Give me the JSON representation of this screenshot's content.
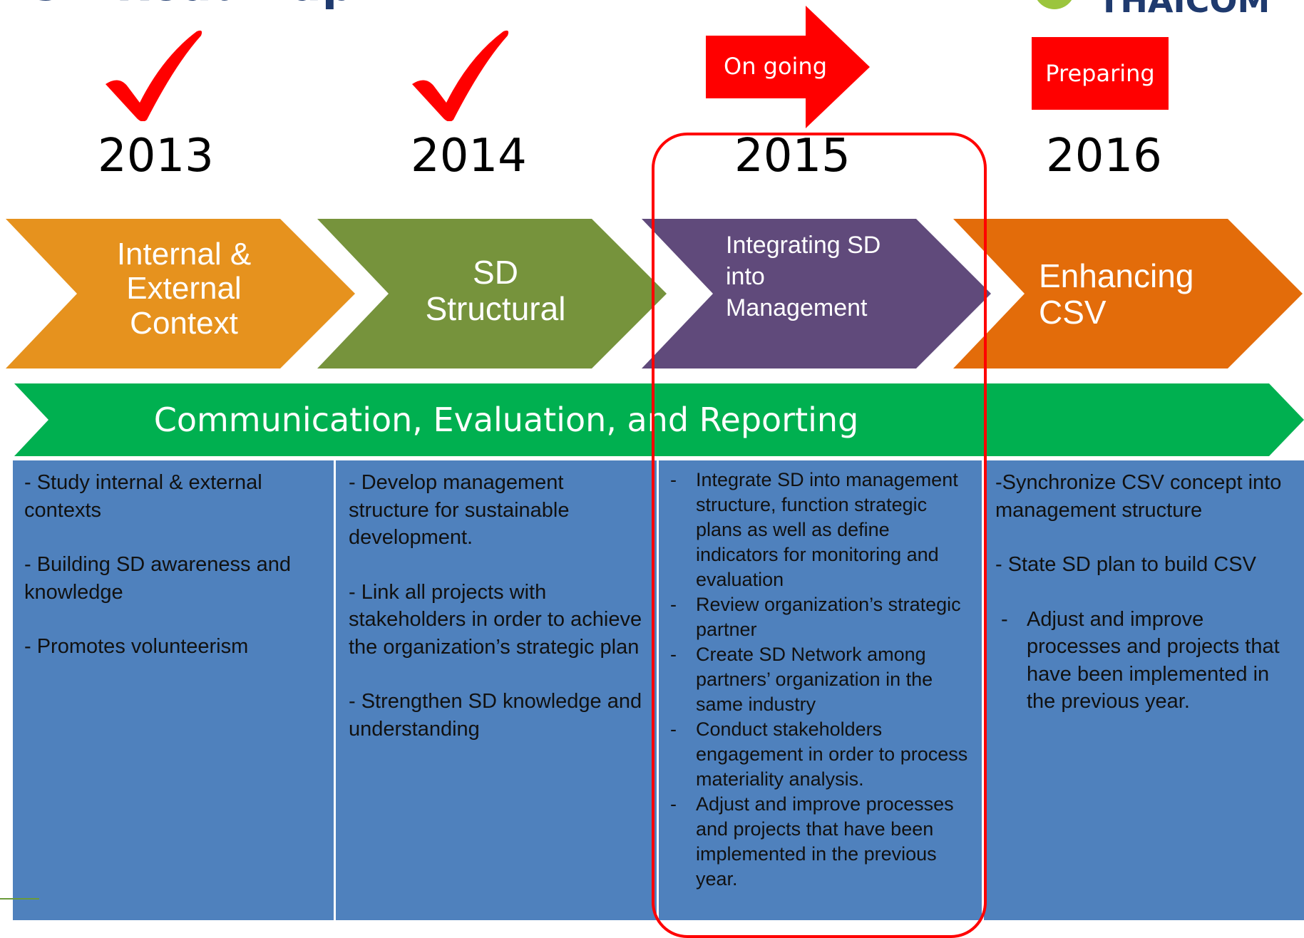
{
  "title": "SD Roadmap",
  "logo": {
    "text": "THAICOM",
    "colors": {
      "circle": "#9bc53d",
      "text": "#1f3a6e"
    }
  },
  "status": {
    "ongoing": "On going",
    "preparing": "Preparing",
    "color": "#ff0000"
  },
  "years": [
    "2013",
    "2014",
    "2015",
    "2016"
  ],
  "completed_years": [
    "2013",
    "2014"
  ],
  "phases": [
    {
      "lines": [
        "Internal &",
        "External",
        "Context"
      ],
      "color": "#e6921e"
    },
    {
      "lines": [
        "SD",
        "Structural"
      ],
      "color": "#76933c"
    },
    {
      "lines": [
        "Integrating SD",
        "into",
        "Management"
      ],
      "color": "#604a7b"
    },
    {
      "lines": [
        "Enhancing",
        "CSV"
      ],
      "color": "#e36c0a"
    }
  ],
  "band": {
    "label": "Communication, Evaluation, and Reporting",
    "color": "#00b050"
  },
  "columns": [
    {
      "items": [
        "-  Study internal & external contexts",
        "- Building SD awareness and knowledge",
        "- Promotes volunteerism"
      ]
    },
    {
      "items": [
        "-  Develop management structure for sustainable development.",
        "- Link all projects with stakeholders in order to achieve the organization’s strategic plan",
        "- Strengthen SD knowledge and understanding"
      ]
    },
    {
      "items": [
        "Integrate SD into management structure, function strategic plans as well as define indicators for monitoring and evaluation",
        "Review organization’s strategic partner",
        "Create SD Network among partners’ organization in the same industry",
        "Conduct stakeholders engagement in order to process materiality analysis.",
        "Adjust and improve processes and projects that have been implemented in the previous year."
      ]
    },
    {
      "items": [
        "-Synchronize CSV concept into management structure",
        "- State SD plan to build CSV",
        "Adjust and improve processes and projects that have been implemented in the previous year."
      ]
    }
  ],
  "column_color": "#4f81bd",
  "highlight_color": "#ff0000"
}
